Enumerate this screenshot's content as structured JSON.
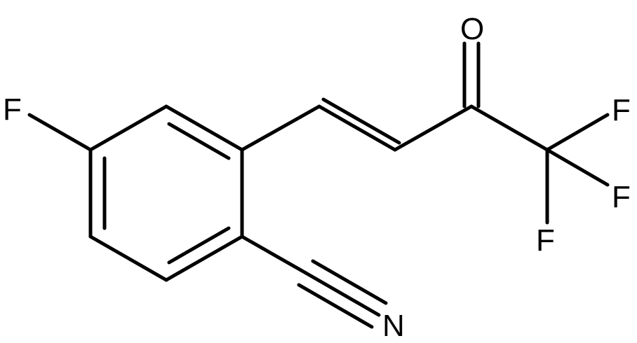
{
  "molecule": {
    "atoms": {
      "f_ring": "F",
      "o_carbonyl": "O",
      "f_cf3_top": "F",
      "f_cf3_mid": "F",
      "f_cf3_bottom": "F",
      "n_nitrile": "N"
    }
  },
  "colors": {
    "bond": "#000000",
    "text": "#000000",
    "background": "#ffffff"
  }
}
